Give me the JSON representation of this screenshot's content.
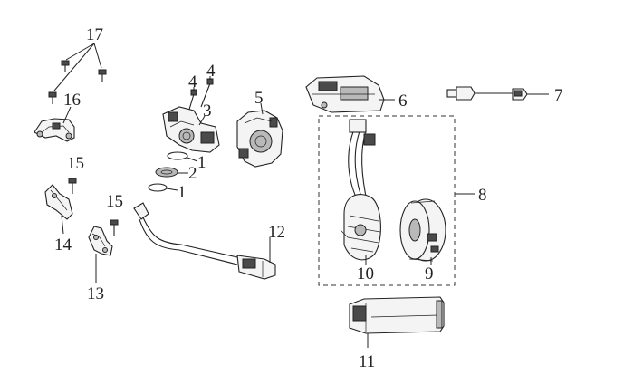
{
  "callouts": {
    "c1a": "1",
    "c1b": "1",
    "c2": "2",
    "c3": "3",
    "c4a": "4",
    "c4b": "4",
    "c5": "5",
    "c6": "6",
    "c7": "7",
    "c8": "8",
    "c9": "9",
    "c10": "10",
    "c11": "11",
    "c12": "12",
    "c13": "13",
    "c14": "14",
    "c15a": "15",
    "c15b": "15",
    "c16": "16",
    "c17": "17"
  },
  "colors": {
    "ink": "#222222",
    "background": "#ffffff",
    "dark_fill": "#4a4a4a",
    "light_fill": "#f4f4f4"
  }
}
